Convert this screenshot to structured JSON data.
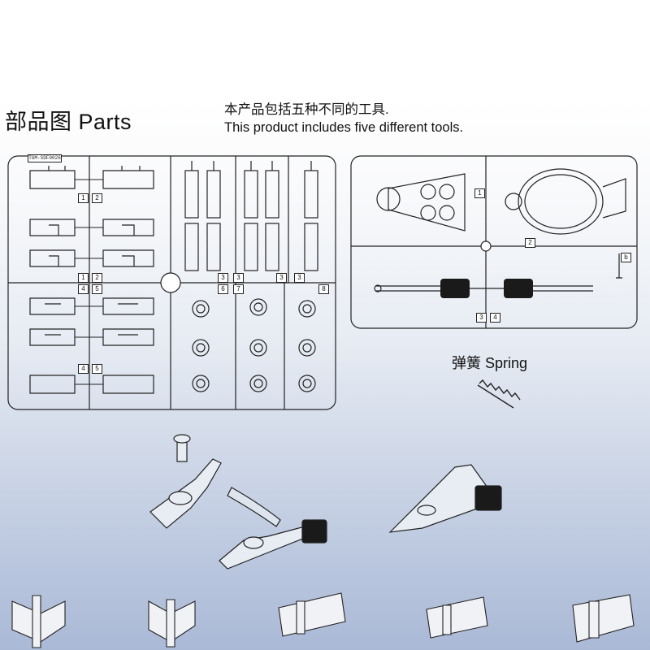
{
  "header": {
    "title": "部品图 Parts",
    "desc_cn": "本产品包括五种不同的工具.",
    "desc_en": "This product includes five different tools."
  },
  "sprue_left": {
    "code": "TGM-SDF0026",
    "part_numbers": [
      "1",
      "2",
      "1",
      "2",
      "4",
      "5",
      "4",
      "5",
      "3",
      "3",
      "3",
      "3",
      "6",
      "7",
      "8"
    ]
  },
  "sprue_right": {
    "part_numbers": [
      "1",
      "2",
      "b",
      "3",
      "4"
    ]
  },
  "spring": {
    "label": "弹簧 Spring"
  },
  "colors": {
    "line": "#222222",
    "bg_top": "#ffffff",
    "bg_bottom": "#aab9d6",
    "dark_part": "#1a1a1a"
  }
}
